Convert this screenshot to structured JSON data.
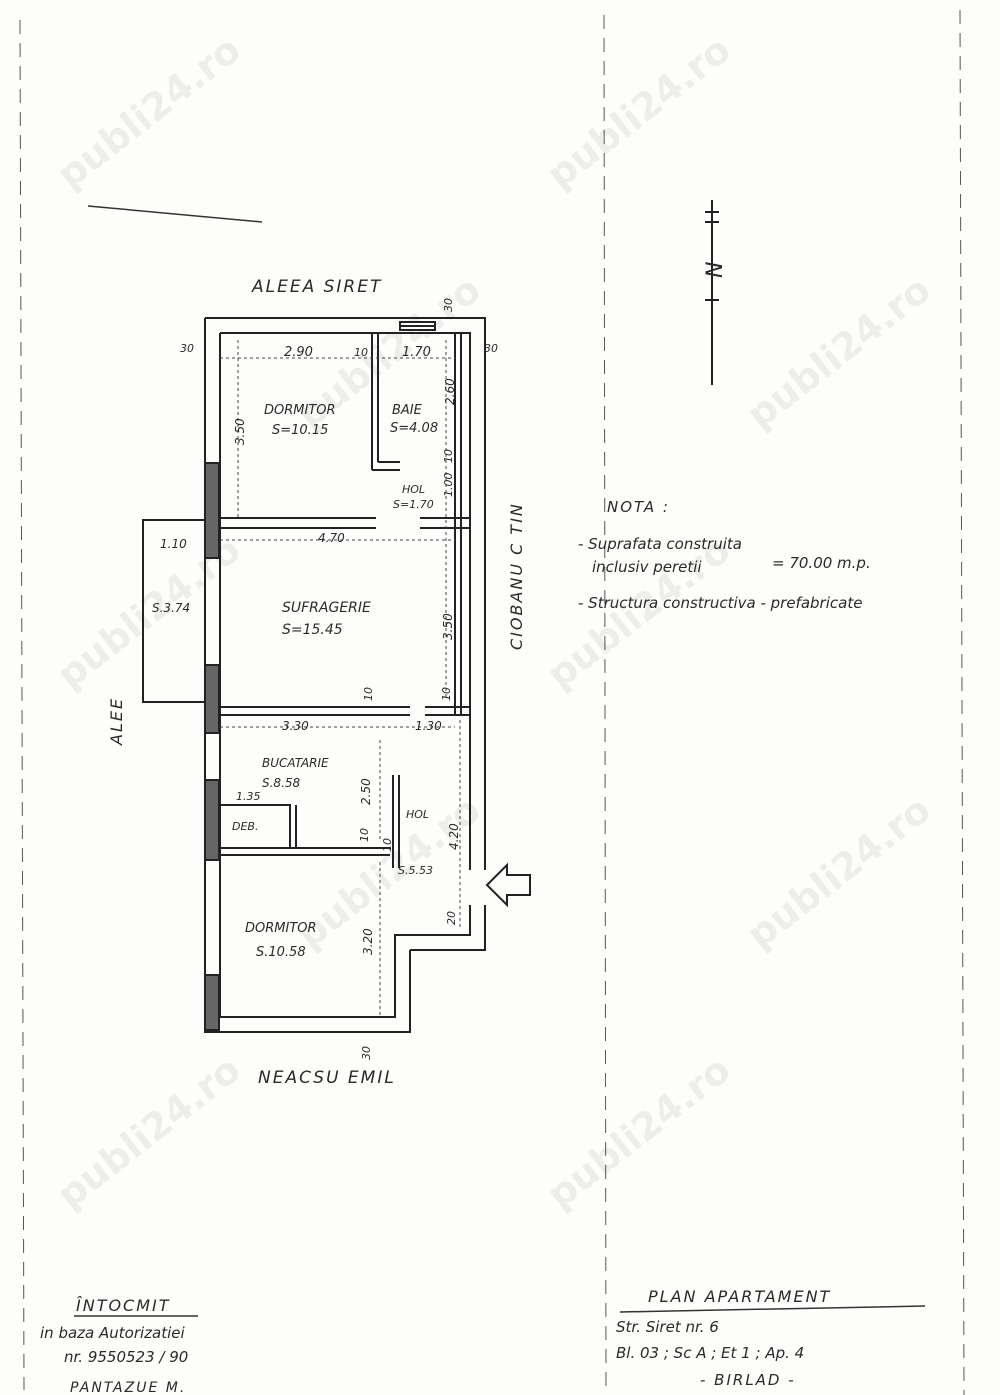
{
  "streets": {
    "north": "ALEEA SIRET",
    "east": "CIOBANU C TIN",
    "west": "ALEE",
    "south": "NEACSU EMIL"
  },
  "north_arrow": "N",
  "rooms": {
    "dormitor1": {
      "name": "DORMITOR",
      "area": "S=10.15"
    },
    "baie": {
      "name": "BAIE",
      "area": "S=4.08"
    },
    "hol1": {
      "name": "HOL",
      "area": "S=1.70"
    },
    "sufragerie": {
      "name": "SUFRAGERIE",
      "area": "S=15.45"
    },
    "balcon": {
      "area": "S.3.74"
    },
    "bucatarie": {
      "name": "BUCATARIE",
      "area": "S.8.58"
    },
    "deb": {
      "name": "DEB."
    },
    "hol2": {
      "name": "HOL",
      "area": "S.5.53"
    },
    "dormitor2": {
      "name": "DORMITOR",
      "area": "S.10.58"
    }
  },
  "dimensions": {
    "top_wall": "30",
    "right_wall": "30",
    "left_wall": "30",
    "bottom_wall": "30",
    "w_dormitor1": "2.90",
    "w_partition": "10",
    "w_baie": "1.70",
    "h_dormitor1": "3.50",
    "h_baie": "2.60",
    "h_hol1": "1.00",
    "h_partition": "10",
    "w_balcon": "1.10",
    "w_sufragerie": "4.70",
    "h_sufragerie": "3.50",
    "p1": "10",
    "p2": "10",
    "w_bucatarie": "3.30",
    "w_hol2": "1.30",
    "w_deb": "1.35",
    "h_bucatarie": "2.50",
    "p3": "10",
    "h_hol2": "4.20",
    "h_dormitor2": "3.20",
    "p4": "20",
    "p5": "10"
  },
  "nota": {
    "title": "NOTA :",
    "line1": "- Suprafata construita",
    "line2": "inclusiv peretii",
    "line3": "= 70.00 m.p.",
    "line4": "- Structura constructiva - prefabricate"
  },
  "stamp": {
    "title": "ÎNTOCMIT",
    "line1": "in baza Autorizatiei",
    "line2": "nr. 9550523 / 90",
    "line3": "PANTAZUE M."
  },
  "title_block": {
    "title": "PLAN APARTAMENT",
    "line1": "Str. Siret nr. 6",
    "line2": "Bl. 03 ; Sc A ; Et 1 ; Ap. 4",
    "line3": "- BIRLAD -"
  },
  "watermark": "publi24.ro"
}
